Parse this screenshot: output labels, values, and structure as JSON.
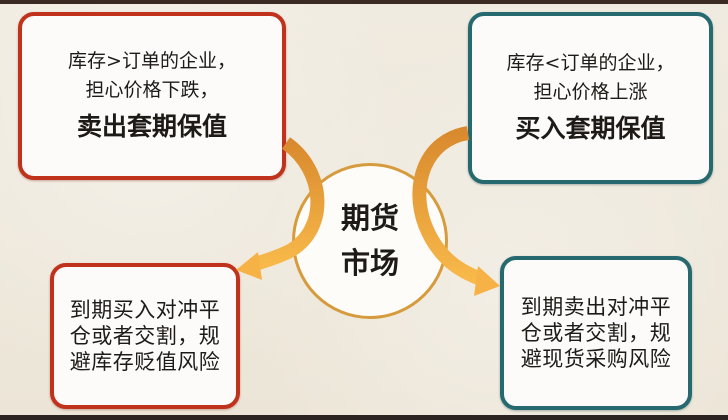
{
  "center": {
    "line1": "期货",
    "line2": "市场",
    "border_color": "#d69b3c"
  },
  "boxes": {
    "top_left": {
      "line1": "库存>订单的企业，",
      "line2": "担心价格下跌，",
      "line3": "卖出套期保值",
      "border_color": "#c0321c"
    },
    "top_right": {
      "line1": "库存<订单的企业，",
      "line2": "担心价格上涨",
      "line3": "买入套期保值",
      "border_color": "#266a70"
    },
    "bottom_left": {
      "line1": "到期买入对冲平",
      "line2": "仓或者交割，规",
      "line3": "避库存贬值风险",
      "border_color": "#c0321c"
    },
    "bottom_right": {
      "line1": "到期卖出对冲平",
      "line2": "仓或者交割，规",
      "line3": "避现货采购风险",
      "border_color": "#266a70"
    }
  },
  "arrows": [
    {
      "from": "top_left",
      "to": "bottom_left",
      "color": "#f0a038"
    },
    {
      "from": "top_right",
      "to": "bottom_right",
      "color": "#f0a038"
    }
  ]
}
